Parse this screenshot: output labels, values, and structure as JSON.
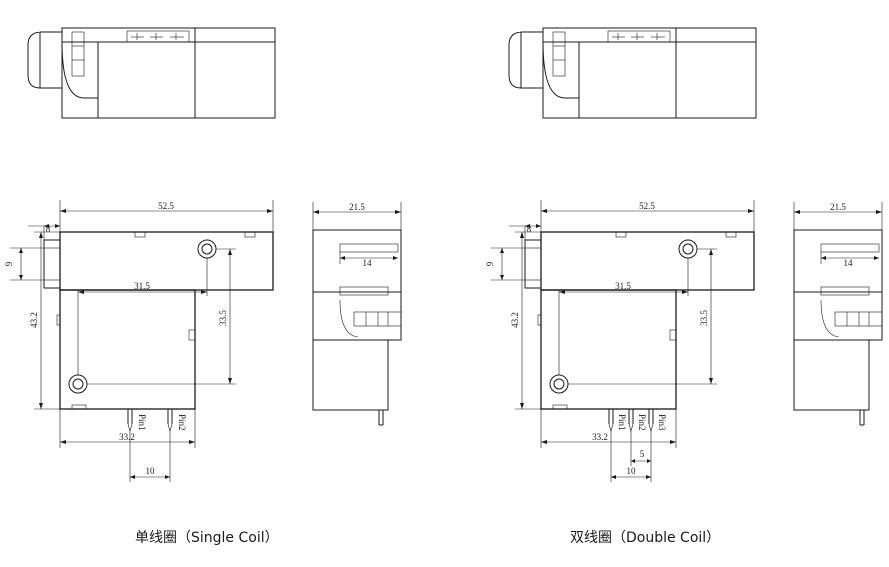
{
  "views": {
    "single": {
      "caption": "单线圈（Single Coil）",
      "dims": {
        "length": "52.5",
        "width": "21.5",
        "side_offset": "8",
        "side_height": "9",
        "height": "43.2",
        "hole_x": "31.5",
        "hole_y": "33.5",
        "pin_span": "33.2",
        "pin_pitch": "10",
        "pin_depth": "14"
      },
      "pins": [
        "Pin1",
        "Pin2"
      ]
    },
    "double": {
      "caption": "双线圈（Double Coil）",
      "dims": {
        "length": "52.5",
        "width": "21.5",
        "side_offset": "8",
        "side_height": "9",
        "height": "43.2",
        "hole_x": "31.5",
        "hole_y": "33.5",
        "pin_span": "33.2",
        "pin_pitch": "10",
        "pin_sub_pitch": "5",
        "pin_depth": "14"
      },
      "pins": [
        "Pin1",
        "Pin2",
        "Pin3"
      ]
    }
  }
}
